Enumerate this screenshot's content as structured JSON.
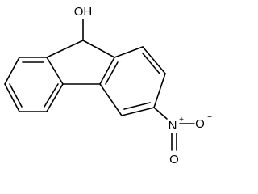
{
  "molecule": {
    "substituents": {
      "hydroxyl_label": "OH",
      "nitro_n_label": "N",
      "nitro_n_charge": "+",
      "nitro_o_double_label": "O",
      "nitro_o_single_label": "O",
      "nitro_o_charge": "−"
    }
  }
}
